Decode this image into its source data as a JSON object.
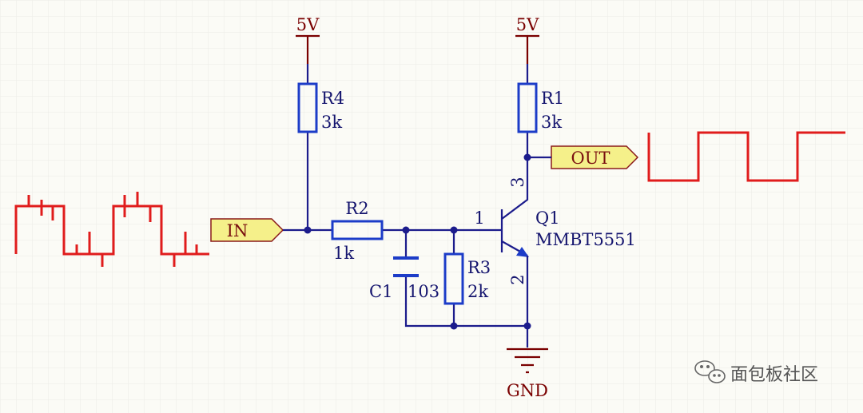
{
  "power": {
    "r4_supply": "5V",
    "r1_supply": "5V",
    "ground": "GND"
  },
  "ports": {
    "input": "IN",
    "output": "OUT"
  },
  "components": {
    "r4": {
      "ref": "R4",
      "value": "3k"
    },
    "r1": {
      "ref": "R1",
      "value": "3k"
    },
    "r2": {
      "ref": "R2",
      "value": "1k"
    },
    "r3": {
      "ref": "R3",
      "value": "2k"
    },
    "c1": {
      "ref": "C1",
      "value": "103"
    },
    "q1": {
      "ref": "Q1",
      "part": "MMBT5551",
      "pin_base": "1",
      "pin_emitter": "2",
      "pin_collector": "3"
    }
  },
  "watermark": {
    "text": "面包板社区"
  },
  "colors": {
    "wire": "#1c1c8c",
    "component": "#1c3cc8",
    "power": "#7a0000",
    "signal": "#e01c1c",
    "port_fill": "#f5f08a",
    "grid": "#ebebe6"
  },
  "icons": {
    "watermark": "wechat-icon"
  }
}
